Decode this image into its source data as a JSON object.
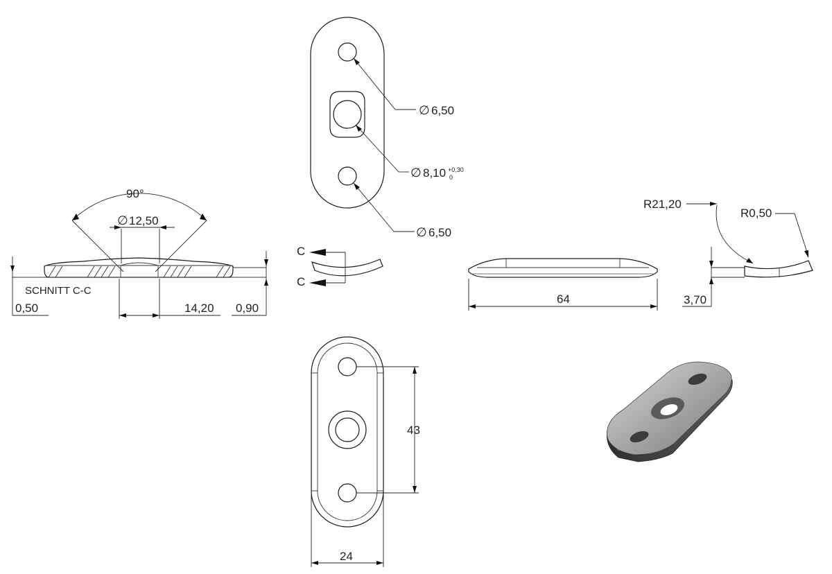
{
  "section_view": {
    "label": "SCHNITT C-C",
    "angle": "90°",
    "diameter_top": "12,50",
    "dim_left": "0,50",
    "dim_mid": "14,20",
    "dim_right": "0,90"
  },
  "top_view": {
    "hole_top": "6,50",
    "hole_center": "8,10",
    "hole_center_tol_upper": "+0,30",
    "hole_center_tol_lower": "0",
    "hole_bottom": "6,50"
  },
  "section_marker": {
    "letter_top": "C",
    "letter_bottom": "C"
  },
  "side_view": {
    "length": "64"
  },
  "end_view": {
    "radius_large": "R21,20",
    "radius_small": "R0,50",
    "thickness": "3,70"
  },
  "bottom_view": {
    "hole_spacing": "43",
    "width": "24"
  },
  "symbols": {
    "diameter": "∅"
  },
  "colors": {
    "line": "#1a1a1a",
    "part_face": "#9a9a9a",
    "part_edge": "#3c3c3c"
  }
}
